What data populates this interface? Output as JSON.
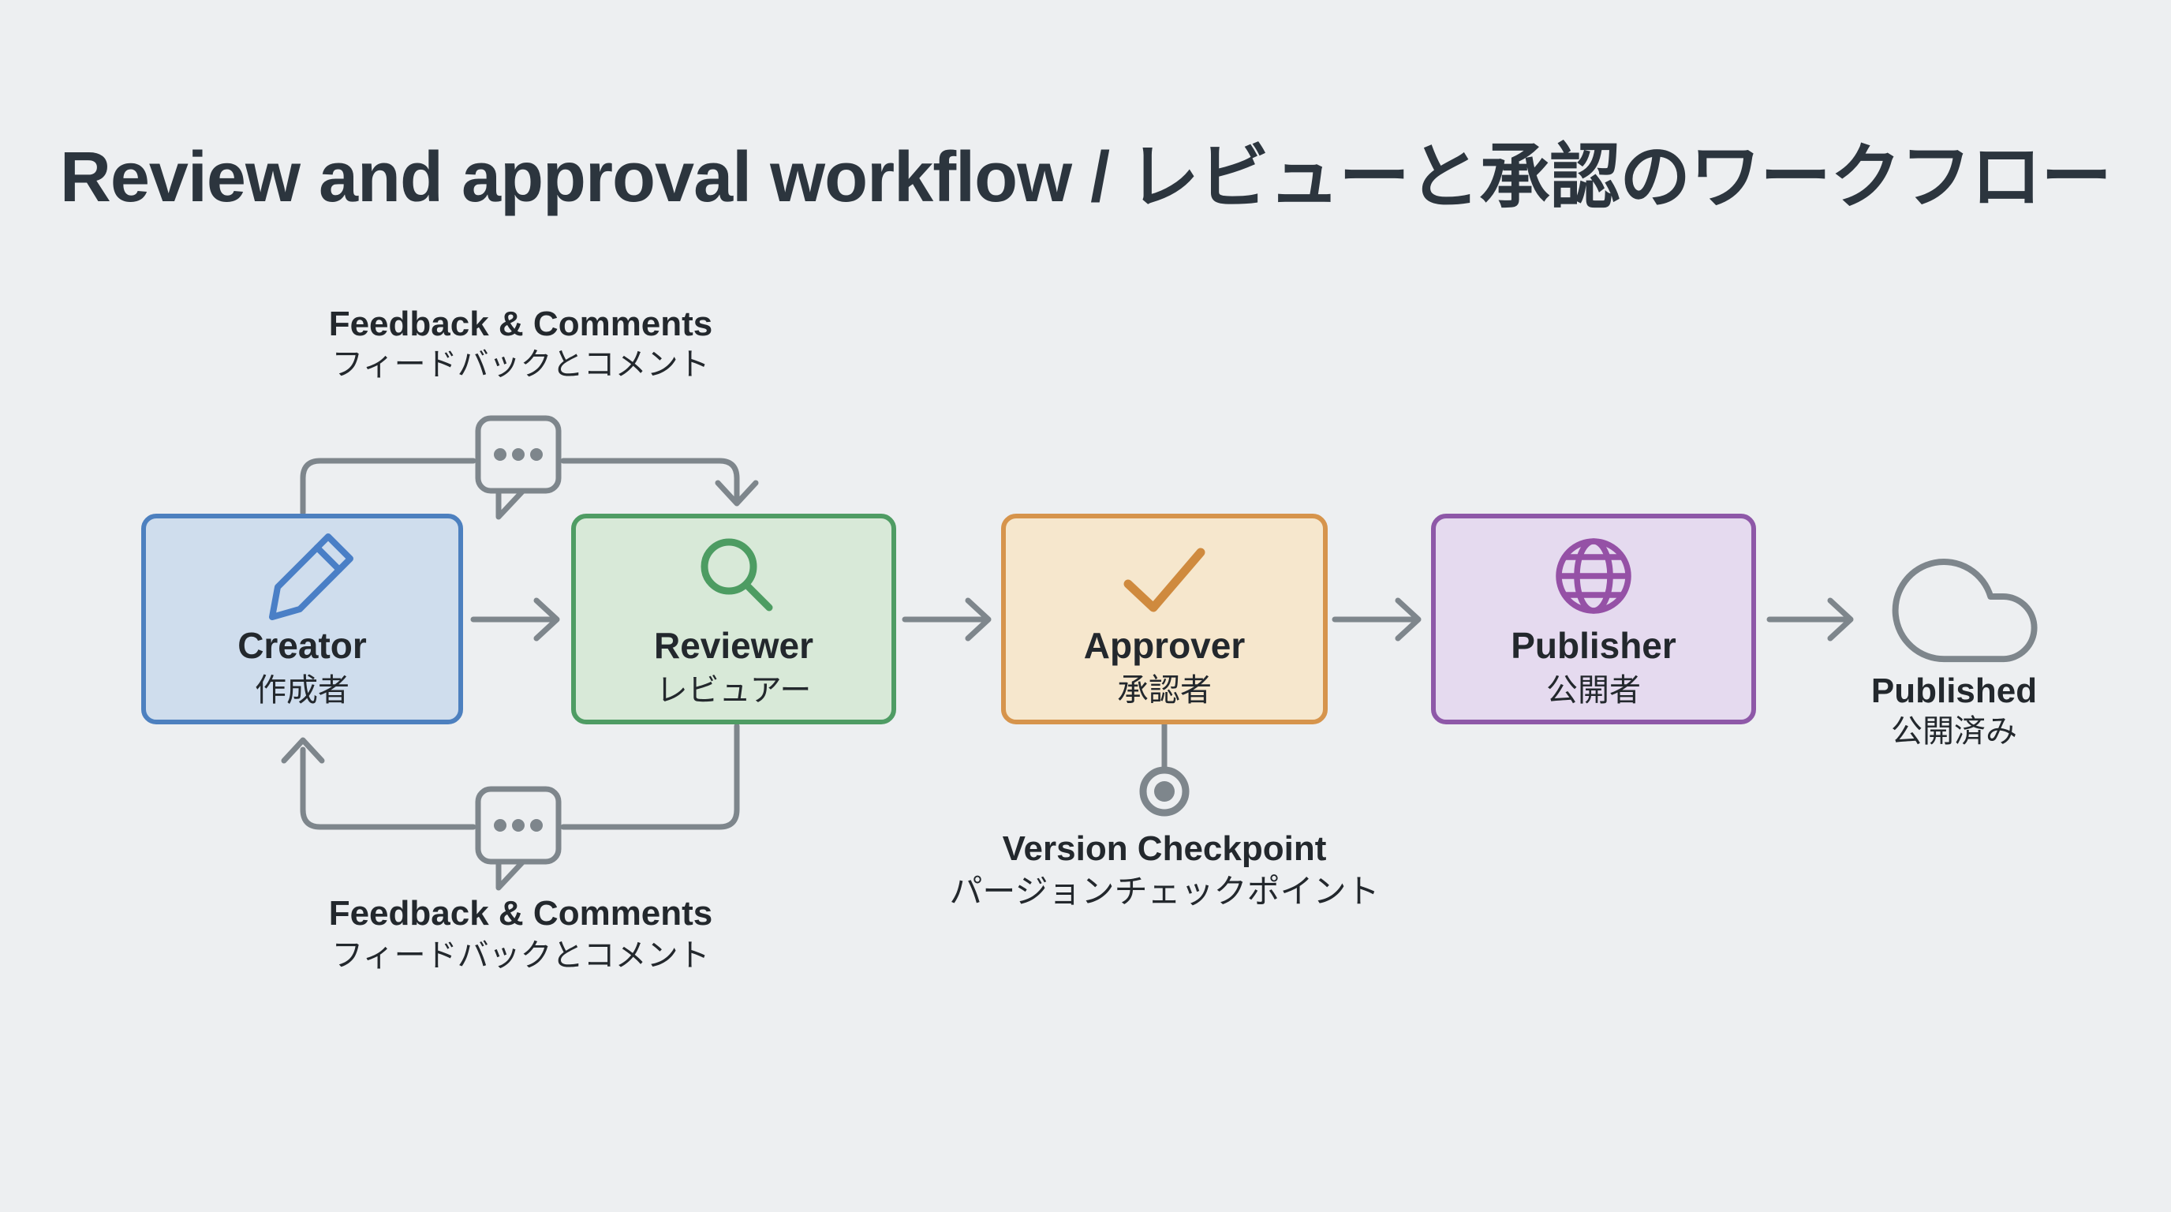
{
  "title": "Review and approval workflow / レビューと承認のワークフロー",
  "colors": {
    "background": "#edeff1",
    "title_text": "#2c353e",
    "text": "#23282d",
    "connector": "#7e868c"
  },
  "nodes": [
    {
      "id": "creator",
      "label": "Creator",
      "label_ja": "作成者",
      "icon": "pencil-icon",
      "fill": "#cfdded",
      "border": "#4d80bf",
      "icon_color": "#4a7fc6"
    },
    {
      "id": "reviewer",
      "label": "Reviewer",
      "label_ja": "レビュアー",
      "icon": "magnifier-icon",
      "fill": "#d8e9d8",
      "border": "#4f9c64",
      "icon_color": "#4d9c62"
    },
    {
      "id": "approver",
      "label": "Approver",
      "label_ja": "承認者",
      "icon": "checkmark-icon",
      "fill": "#f6e7cd",
      "border": "#d6944c",
      "icon_color": "#cf8a3e"
    },
    {
      "id": "publisher",
      "label": "Publisher",
      "label_ja": "公開者",
      "icon": "globe-icon",
      "fill": "#e5daef",
      "border": "#8e58a8",
      "icon_color": "#9551a6"
    }
  ],
  "terminal": {
    "label": "Published",
    "label_ja": "公開済み",
    "icon": "cloud-icon",
    "color": "#7e868c"
  },
  "annotations": {
    "feedback_top": {
      "label": "Feedback & Comments",
      "label_ja": "フィードバックとコメント"
    },
    "feedback_bottom": {
      "label": "Feedback & Comments",
      "label_ja": "フィードバックとコメント"
    },
    "version_checkpoint": {
      "label": "Version Checkpoint",
      "label_ja": "パージョンチェックポイント"
    }
  }
}
